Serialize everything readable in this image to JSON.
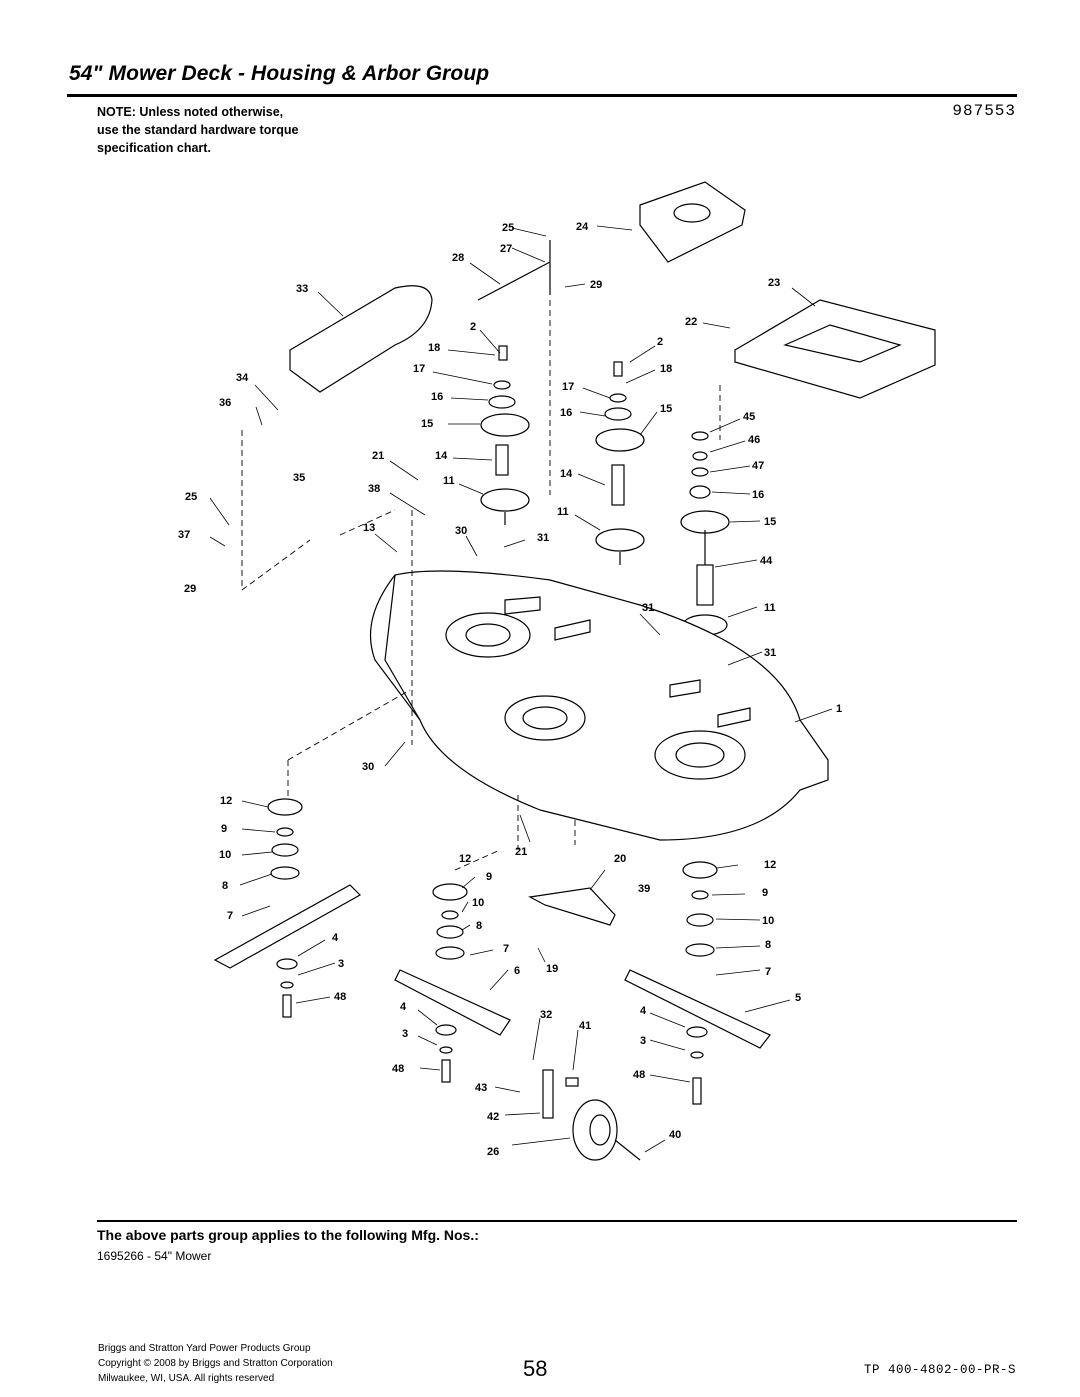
{
  "header": {
    "title": "54\" Mower Deck - Housing & Arbor Group",
    "doc_number": "987553",
    "note_lines": [
      "NOTE: Unless noted otherwise,",
      "use the standard hardware torque",
      "specification chart."
    ]
  },
  "diagram": {
    "callouts": [
      "1",
      "2",
      "3",
      "4",
      "5",
      "6",
      "7",
      "8",
      "9",
      "10",
      "11",
      "12",
      "13",
      "14",
      "15",
      "16",
      "17",
      "18",
      "19",
      "20",
      "21",
      "22",
      "23",
      "24",
      "25",
      "26",
      "27",
      "28",
      "29",
      "30",
      "31",
      "32",
      "33",
      "34",
      "35",
      "36",
      "37",
      "38",
      "39",
      "40",
      "41",
      "42",
      "43",
      "44",
      "45",
      "46",
      "47",
      "48"
    ]
  },
  "applies": {
    "heading": "The above parts group applies to the following Mfg. Nos.:",
    "items": [
      "1695266 - 54\" Mower"
    ]
  },
  "footer": {
    "left_lines": [
      "Briggs and Stratton Yard Power Products Group",
      "Copyright ©  2008 by Briggs and Stratton Corporation",
      "Milwaukee, WI, USA. All rights reserved"
    ],
    "page": "58",
    "doc_code": "TP 400-4802-00-PR-S"
  }
}
